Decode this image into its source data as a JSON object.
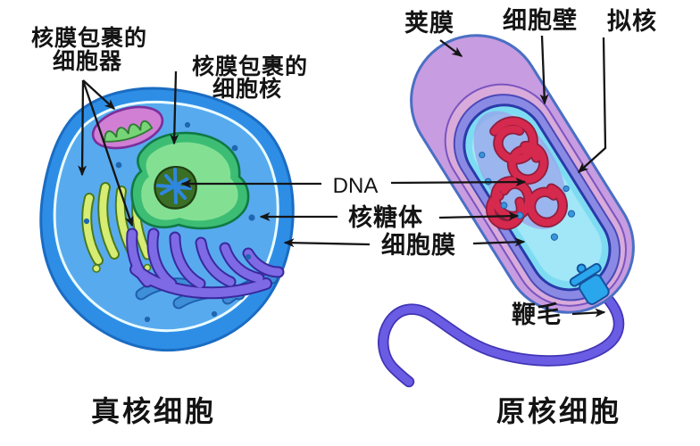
{
  "labels": {
    "membrane_bound_organelles": {
      "line1": "核膜包裹的",
      "line2": "细胞器"
    },
    "membrane_bound_nucleus": {
      "line1": "核膜包裹的",
      "line2": "细胞核"
    },
    "capsule": "荚膜",
    "cell_wall": "细胞壁",
    "nucleoid": "拟核",
    "dna": "DNA",
    "ribosome": "核糖体",
    "cell_membrane": "细胞膜",
    "flagellum": "鞭毛"
  },
  "captions": {
    "eukaryote": "真核细胞",
    "prokaryote": "原核细胞"
  },
  "colors": {
    "euk_outer": "#2e8ee6",
    "euk_cytoplasm": "#58aaee",
    "euk_membrane_line": "#eafcff",
    "nucleus_rim": "#3dbd74",
    "nucleus_inner": "#83e093",
    "nucleolus": "#3a6f25",
    "mitochondrion": "#d07fd4",
    "mito_cristae": "#77d477",
    "golgi": "#d6ec72",
    "er_purple": "#7e6ae4",
    "er_blue": "#3e8ed8",
    "pro_capsule": "#c79ce0",
    "pro_wall_pink": "#d9abdb",
    "pro_wall": "#8a8ae4",
    "pro_cytoplasm": "#7edcf2",
    "pro_cytoplasm_light": "#a5e8f7",
    "nucleoid_dna": "#d6294e",
    "flagellum": "#6b5ce4",
    "ribosome_dot": "#2f7fc4",
    "motor": "#2aa6ec",
    "text": "#141414"
  }
}
